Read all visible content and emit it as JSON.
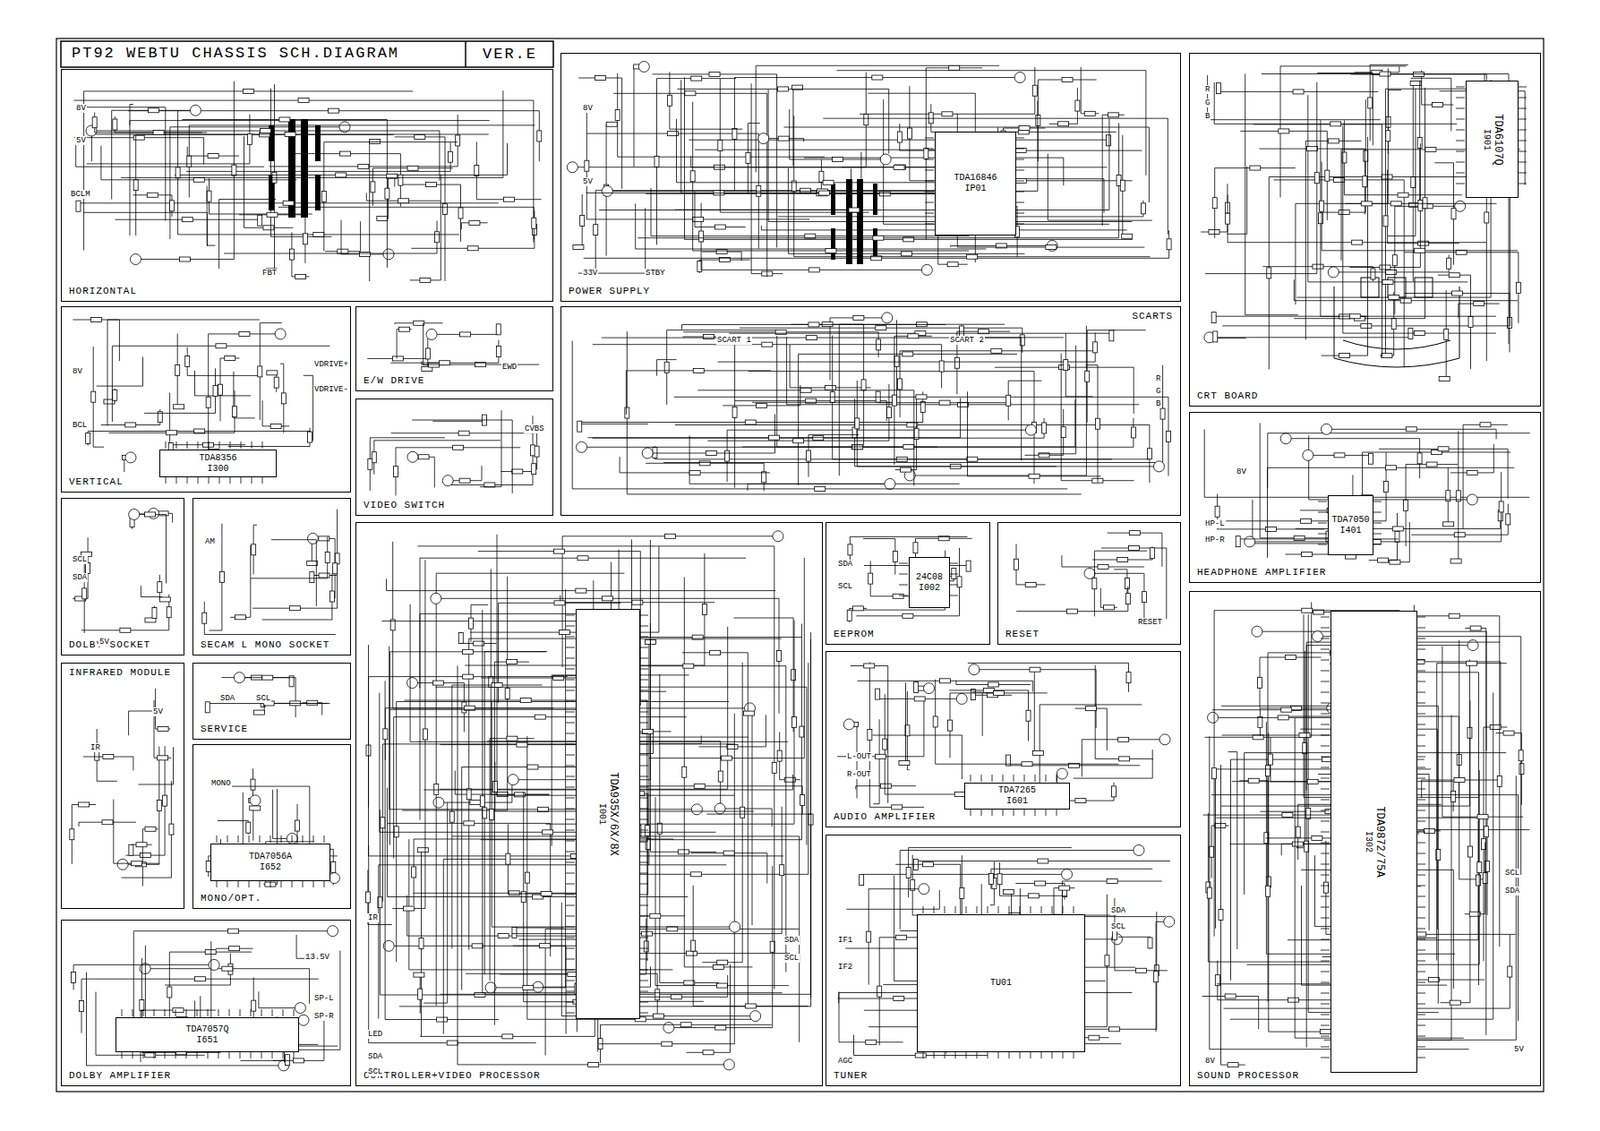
{
  "diagram": {
    "title": "PT92 WEBTU CHASSIS SCH.DIAGRAM",
    "nodes": [
      {
        "text": [
          "HORIZONTAL"
        ]
      },
      {
        "text": [
          "POWER SUPPLY"
        ]
      },
      {
        "text": [
          "TDA16846",
          "IP01"
        ],
        "in": 1
      },
      {
        "text": [
          "CRT BOARD"
        ]
      },
      {
        "text": [
          "TDA6107Q",
          "I901"
        ],
        "in": 3
      },
      {
        "text": [
          "VERTICAL"
        ]
      },
      {
        "text": [
          "TDA8356",
          "I300"
        ],
        "in": 5
      },
      {
        "text": [
          "E/W DRIVE"
        ]
      },
      {
        "text": [
          "VIDEO SWITCH"
        ]
      },
      {
        "text": [
          "SCARTS"
        ]
      },
      {
        "text": [
          "HEADPHONE AMPLIFIER"
        ]
      },
      {
        "text": [
          "TDA7050",
          "I401"
        ],
        "in": 10
      },
      {
        "text": [
          "DOLBY SOCKET"
        ]
      },
      {
        "text": [
          "SECAM L MONO SOCKET"
        ]
      },
      {
        "text": [
          "INFRARED MODULE"
        ]
      },
      {
        "text": [
          "SERVICE"
        ]
      },
      {
        "text": [
          "MONO/OPT."
        ]
      },
      {
        "text": [
          "TDA7056A",
          "I652"
        ],
        "in": 16
      },
      {
        "text": [
          "DOLBY AMPLIFIER"
        ]
      },
      {
        "text": [
          "TDA7057Q",
          "I651"
        ],
        "in": 18
      },
      {
        "text": [
          "CONTROLLER+VIDEO PROCESSOR"
        ]
      },
      {
        "text": [
          "TDA935X/6X/8X",
          "I001"
        ],
        "in": 20
      },
      {
        "text": [
          "EEPROM"
        ]
      },
      {
        "text": [
          "24C08",
          "I002"
        ],
        "in": 22
      },
      {
        "text": [
          "RESET"
        ]
      },
      {
        "text": [
          "AUDIO AMPLIFIER"
        ]
      },
      {
        "text": [
          "TDA7265",
          "I601"
        ],
        "in": 25
      },
      {
        "text": [
          "TUNER"
        ]
      },
      {
        "text": [
          "TU01"
        ],
        "in": 27
      },
      {
        "text": [
          "SOUND PROCESSOR"
        ]
      },
      {
        "text": [
          "TDA9872/75A",
          "I302"
        ],
        "in": 29
      }
    ],
    "labels": [
      "VER.E",
      "8V",
      "5V",
      "BCLM",
      "FBT",
      "8V",
      "5V",
      "33V",
      "STBY",
      "8V",
      "BCL",
      "VDRIVE+",
      "VDRIVE-",
      "EWD",
      "CVBS",
      "SCART 1",
      "SCART 2",
      "R",
      "G",
      "B",
      "R",
      "G",
      "B",
      "HP-L",
      "HP-R",
      "8V",
      "SCL",
      "SDA",
      "5V",
      "AM",
      "IR",
      "5V",
      "SDA",
      "SCL",
      "MONO",
      "13.5V",
      "SP-L",
      "SP-R",
      "IR",
      "LED",
      "SDA",
      "SCL",
      "SDA",
      "SCL",
      "SDA",
      "SCL",
      "RESET",
      "L-OUT",
      "R-OUT",
      "SDA",
      "SCL",
      "IF1",
      "IF2",
      "AGC",
      "SCL",
      "SDA",
      "5V",
      "8V"
    ]
  }
}
